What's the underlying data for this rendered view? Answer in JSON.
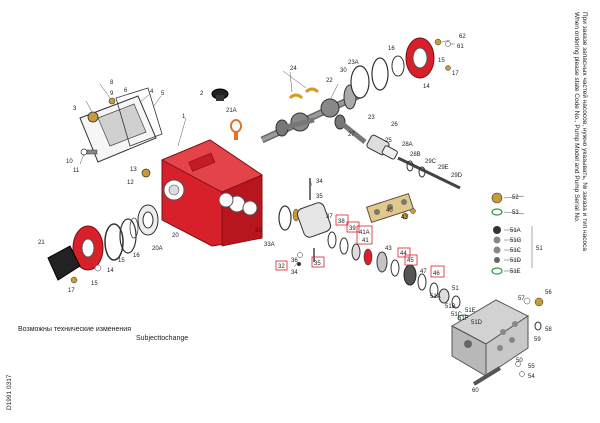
{
  "notes": {
    "changes_ru": "Возможны технические изменения",
    "changes_en": "Subjecttochange",
    "order_ru": "При заказе запасных частей насосов, нужно указывать, № заказа и тип насоса",
    "order_en": "When ordering please state Code No., Pump Model and Pump Serial No.",
    "drawing_code": "D1991 0317"
  },
  "colors": {
    "housing_red": "#d8202a",
    "line": "#333333",
    "box_red": "#d8202a",
    "seal_green": "#2e9a4a"
  },
  "labels": {
    "l1": "1",
    "l2": "2",
    "l3": "3",
    "l4": "4",
    "l5": "5",
    "l6": "6",
    "l8": "8",
    "l9": "9",
    "l10": "10",
    "l11": "11",
    "l12": "12",
    "l13": "13",
    "l14a": "14",
    "l14b": "14",
    "l15a": "15",
    "l15b": "15",
    "l16a": "16",
    "l16b": "16",
    "l17a": "17",
    "l17b": "17",
    "l20": "20",
    "l20a": "20A",
    "l21": "21",
    "l21a": "21A",
    "l22": "22",
    "l23": "23",
    "l23a": "23A",
    "l24": "24",
    "l25": "25",
    "l26": "26",
    "l27": "27",
    "l28a": "28A",
    "l28b": "28B",
    "l29c": "29C",
    "l29e": "29E",
    "l29d": "29D",
    "l30": "30",
    "l31": "31",
    "l33a": "33A",
    "l34": "34",
    "l35": "35",
    "l36": "36",
    "l34b": "34",
    "l37": "37",
    "l40": "40",
    "l42": "42",
    "l43": "43",
    "l47": "47",
    "l51": "51",
    "l51a": "51A",
    "l51b": "51B",
    "l51c": "51C",
    "l51d": "51D",
    "l51e": "51E",
    "l51f": "51F",
    "l52": "52",
    "l53": "53",
    "l54": "54",
    "l55": "55",
    "l56": "56",
    "l57": "57",
    "l58": "58",
    "l59": "59",
    "l60": "60",
    "l61": "61",
    "l62": "62",
    "r51a": "51A",
    "r51g": "51G",
    "r51c": "51C",
    "r51d": "51D",
    "r51e": "51E",
    "r51": "51",
    "l15c": "15"
  },
  "boxes": {
    "b32": "32",
    "b38": "38",
    "b39": "39",
    "b41a": "41A",
    "b41": "41",
    "b44": "44",
    "b45": "45",
    "b46": "46",
    "b35": "35"
  }
}
